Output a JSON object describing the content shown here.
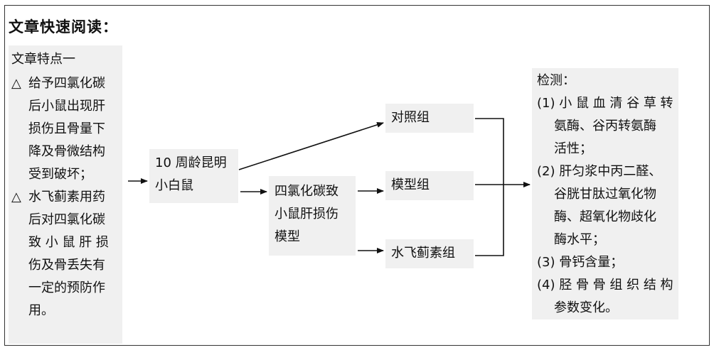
{
  "title": "文章快速阅读：",
  "features": {
    "heading": "文章特点一",
    "mark": "△",
    "item1": [
      "给予四氯化碳",
      "后小鼠出现肝",
      "损伤且骨量下",
      "降及骨微结构",
      "受到破坏；"
    ],
    "item2": [
      "水飞蓟素用药",
      "后对四氯化碳",
      "致 小 鼠 肝 损",
      "伤及骨丢失有",
      "一定的预防作",
      "用。"
    ]
  },
  "mice": [
    "10 周龄昆明",
    "小白鼠"
  ],
  "model": [
    "四氯化碳致",
    "小鼠肝损伤",
    "模型"
  ],
  "groups": {
    "control": "对照组",
    "model": "模型组",
    "silymarin": "水飞蓟素组"
  },
  "detection": {
    "heading": "检测：",
    "item1": [
      "(1) 小 鼠 血 清 谷 草 转",
      "氨酶、谷丙转氨酶",
      "活性；"
    ],
    "item2": [
      "(2) 肝匀浆中丙二醛、",
      "谷胱甘肽过氧化物",
      "酶、超氧化物歧化",
      "酶水平；"
    ],
    "item3": [
      "(3) 骨钙含量；"
    ],
    "item4": [
      "(4) 胫 骨 骨 组 织 结 构",
      "参数变化。"
    ]
  }
}
